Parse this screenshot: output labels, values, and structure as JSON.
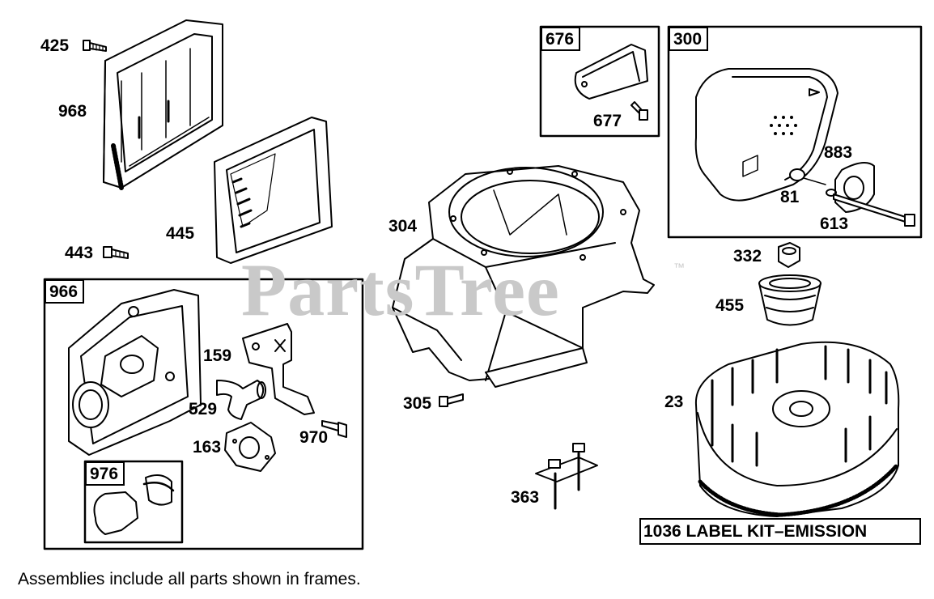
{
  "watermark": {
    "text": "PartsTree",
    "trademark": "™"
  },
  "parts": {
    "p425": "425",
    "p968": "968",
    "p445": "445",
    "p443": "443",
    "p304": "304",
    "p305": "305",
    "p363": "363",
    "p332": "332",
    "p455": "455",
    "p23": "23",
    "p159": "159",
    "p529": "529",
    "p163": "163",
    "p970": "970",
    "p677": "677",
    "p883": "883",
    "p81": "81",
    "p613": "613"
  },
  "frames": {
    "f966": "966",
    "f976": "976",
    "f676": "676",
    "f300": "300"
  },
  "label_kit": "1036 LABEL KIT–EMISSION",
  "footnote": "Assemblies include all parts shown in frames."
}
